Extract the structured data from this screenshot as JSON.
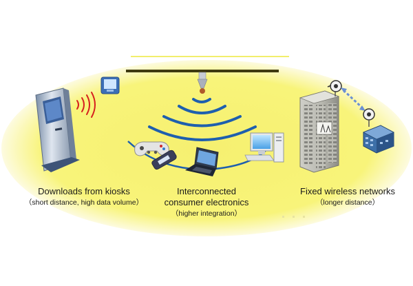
{
  "colors": {
    "ellipse": "#f8f47a",
    "ellipse_edge": "#fdfbe0",
    "waves": "#1e5fae",
    "ceiling_bar": "#3f3a10",
    "kiosk_red_waves": "#d61f1f",
    "dashed_link": "#6a8fd4"
  },
  "icons": [
    "kiosk",
    "pda",
    "ceiling-antenna",
    "game-controller",
    "mobile-phone",
    "laptop",
    "desktop-computer",
    "office-building",
    "satellite-dish",
    "small-building"
  ],
  "captions": {
    "kiosk": {
      "main": "Downloads from kiosks",
      "sub": "（short distance, high data volume）"
    },
    "consumer": {
      "main_line1": "Interconnected",
      "main_line2": "consumer electronics",
      "sub": "（higher integration）"
    },
    "fixed": {
      "main": "Fixed wireless networks",
      "sub": "（longer distance）"
    }
  }
}
